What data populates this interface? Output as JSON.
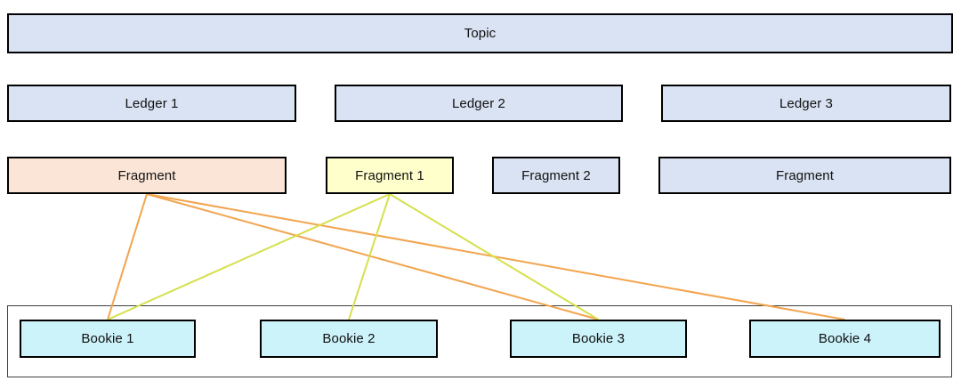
{
  "topic": {
    "label": "Topic"
  },
  "ledgers": [
    {
      "label": "Ledger 1"
    },
    {
      "label": "Ledger 2"
    },
    {
      "label": "Ledger 3"
    }
  ],
  "fragments": [
    {
      "id": "fragment-a",
      "label": "Fragment",
      "fill": "#FBE5D6"
    },
    {
      "id": "fragment-1",
      "label": "Fragment 1",
      "fill": "#FFFFCC"
    },
    {
      "id": "fragment-2",
      "label": "Fragment 2",
      "fill": "#DAE3F3"
    },
    {
      "id": "fragment-b",
      "label": "Fragment",
      "fill": "#DAE3F3"
    }
  ],
  "bookies": [
    {
      "id": "bookie-1",
      "label": "Bookie 1",
      "fill": "#CCF2FA"
    },
    {
      "id": "bookie-2",
      "label": "Bookie 2",
      "fill": "#CCF2FA"
    },
    {
      "id": "bookie-3",
      "label": "Bookie 3",
      "fill": "#CCF2FA"
    },
    {
      "id": "bookie-4",
      "label": "Bookie 4",
      "fill": "#CCF2FA"
    }
  ],
  "edges": [
    {
      "from": "fragment-a",
      "to": "bookie-1",
      "color": "#F2A44E"
    },
    {
      "from": "fragment-a",
      "to": "bookie-3",
      "color": "#F2A44E"
    },
    {
      "from": "fragment-a",
      "to": "bookie-4",
      "color": "#F2A44E"
    },
    {
      "from": "fragment-1",
      "to": "bookie-1",
      "color": "#D5E04B"
    },
    {
      "from": "fragment-1",
      "to": "bookie-2",
      "color": "#D5E04B"
    },
    {
      "from": "fragment-1",
      "to": "bookie-3",
      "color": "#D5E04B"
    }
  ],
  "colors": {
    "node_blue": "#DAE3F3",
    "node_peach": "#FBE5D6",
    "node_yellow": "#FFFFCC",
    "node_cyan": "#CCF2FA",
    "edge_orange": "#F2A44E",
    "edge_yellow_green": "#D5E04B",
    "box_border": "#000000",
    "container_border": "#404040"
  }
}
